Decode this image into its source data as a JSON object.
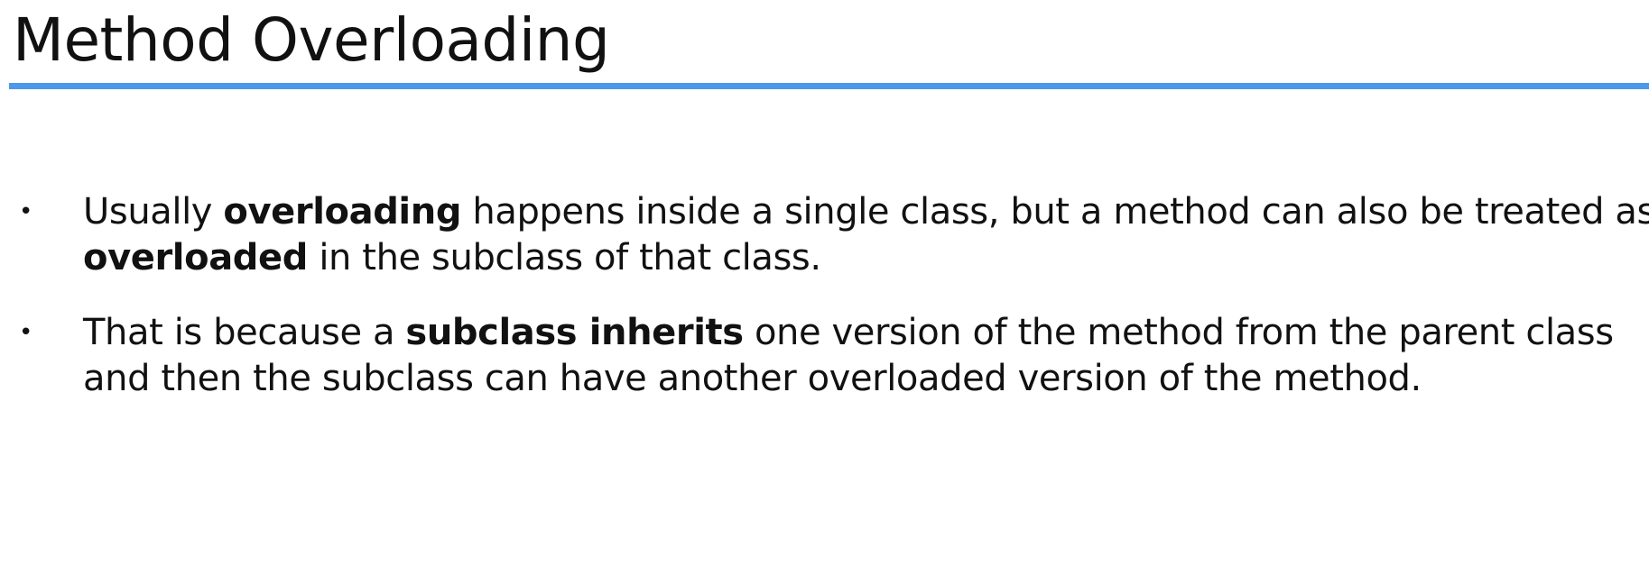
{
  "slide": {
    "title": "Method Overloading",
    "accent_color": "#4c98ea",
    "bullet_glyph": "•"
  },
  "bullets": [
    {
      "line1": {
        "pre": "Usually ",
        "bold": "overloading",
        "post": " happens inside a single class, but a method can also be treated as"
      },
      "line2": {
        "bold": "overloaded",
        "post": " in the subclass of that class."
      }
    },
    {
      "line1": {
        "pre": "That is because a ",
        "bold": "subclass inherits",
        "post": " one version of the method from the parent class"
      },
      "line2": {
        "text": "and then the subclass can have another overloaded version of the method."
      }
    }
  ]
}
